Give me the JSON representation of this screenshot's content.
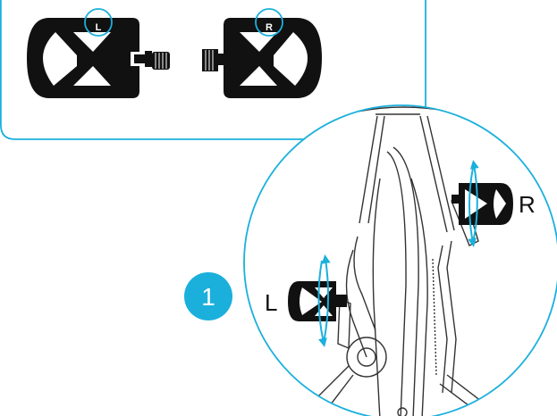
{
  "pedals": {
    "left_tag": "L",
    "right_tag": "R"
  },
  "detail": {
    "left_label": "L",
    "right_label": "R"
  },
  "step": {
    "number": "1"
  },
  "colors": {
    "accent": "#1bb0dc",
    "pedal": "#111111",
    "line": "#333333",
    "background": "#ffffff"
  }
}
